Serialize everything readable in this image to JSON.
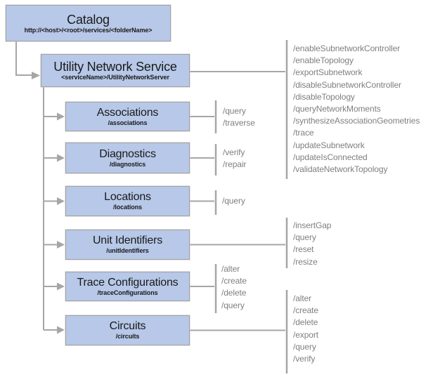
{
  "nodes": {
    "catalog": {
      "title": "Catalog",
      "subtitle": "http://<host>/<root>/services/<folderName>"
    },
    "utility_network_service": {
      "title": "Utility Network Service",
      "subtitle": "<serviceName>/UtilityNetworkServer"
    },
    "associations": {
      "title": "Associations",
      "subtitle": "/associations"
    },
    "diagnostics": {
      "title": "Diagnostics",
      "subtitle": "/diagnostics"
    },
    "locations": {
      "title": "Locations",
      "subtitle": "/locations"
    },
    "unit_identifiers": {
      "title": "Unit Identifiers",
      "subtitle": "/unitIdentifiers"
    },
    "trace_configurations": {
      "title": "Trace Configurations",
      "subtitle": "/traceConfigurations"
    },
    "circuits": {
      "title": "Circuits",
      "subtitle": "/circuits"
    }
  },
  "operations": {
    "utility_network_service": [
      "/enableSubnetworkController",
      "/enableTopology",
      "/exportSubnetwork",
      "/disableSubnetworkController",
      "/disableTopology",
      "/queryNetworkMoments",
      "/synthesizeAssociationGeometries",
      "/trace",
      "/updateSubnetwork",
      "/updateIsConnected",
      "/validateNetworkTopology"
    ],
    "associations": [
      "/query",
      "/traverse"
    ],
    "diagnostics": [
      "/verify",
      "/repair"
    ],
    "locations": [
      "/query"
    ],
    "unit_identifiers": [
      "/insertGap",
      "/query",
      "/reset",
      "/resize"
    ],
    "trace_configurations": [
      "/alter",
      "/create",
      "/delete",
      "/query"
    ],
    "circuits": [
      "/alter",
      "/create",
      "/delete",
      "/export",
      "/query",
      "/verify"
    ]
  },
  "colors": {
    "node_fill": "#b7c8e8",
    "node_border": "#a3a3a3",
    "connector": "#a6a6a6",
    "operation_text": "#7f7f7f",
    "node_text": "#1a1a1a",
    "background": "#ffffff"
  }
}
